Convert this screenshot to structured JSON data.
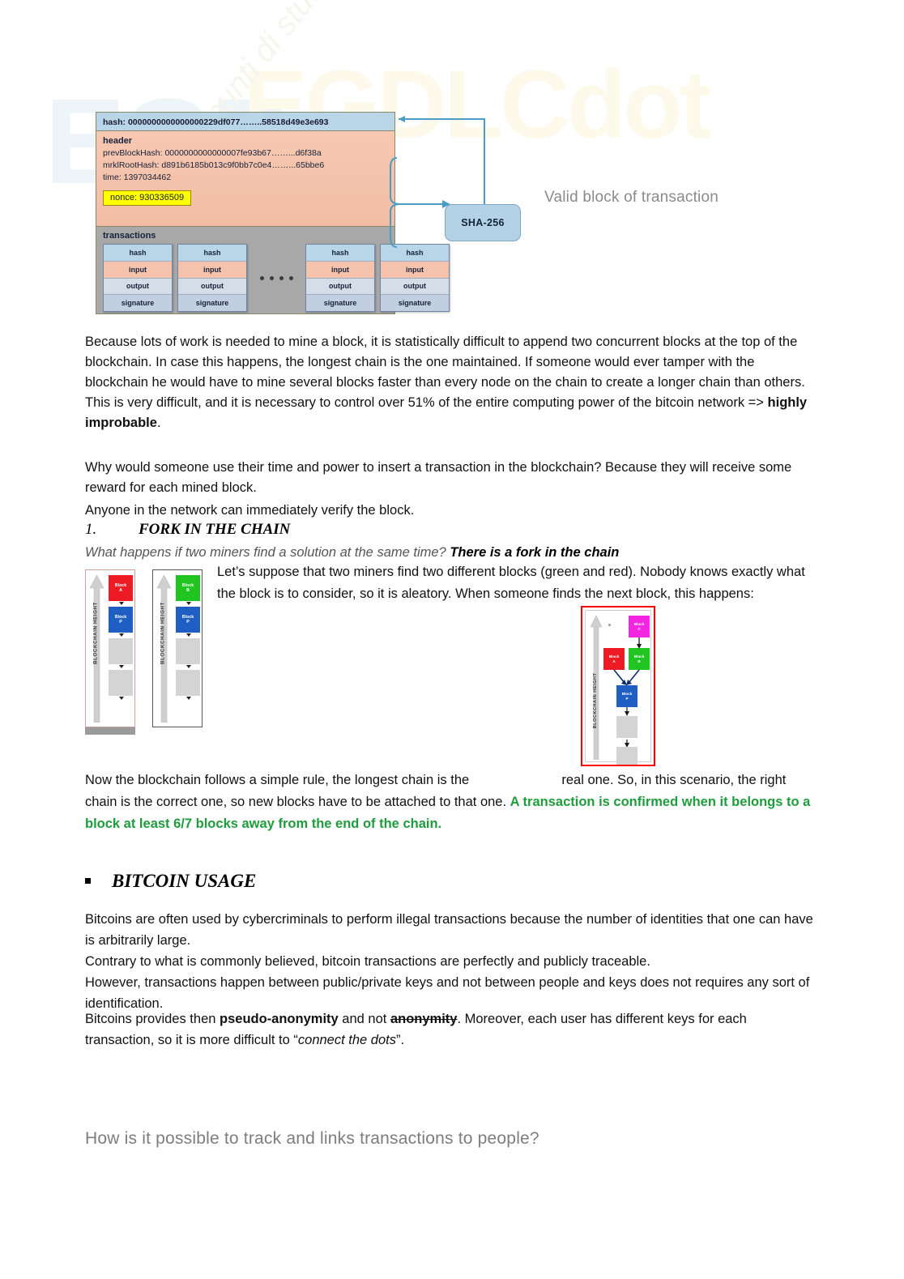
{
  "watermark": {
    "big": "EGD",
    "yellow": "EGDLCdot",
    "rot": "appunti di studenti"
  },
  "block_diagram": {
    "hash_label": "hash:",
    "hash_value": "0000000000000000229df077……..58518d49e3e693",
    "header_label": "header",
    "prev_block_hash": "prevBlockHash: 0000000000000007fe93b67……...d6f38a",
    "mrkl_root_hash": "mrklRootHash: d891b6185b013c9f0bb7c0e4……...65bbe6",
    "time": "time: 1397034462",
    "nonce": "nonce: 930336509",
    "transactions_label": "transactions",
    "tx_fields": [
      "hash",
      "input",
      "output",
      "signature"
    ],
    "sha_label": "SHA-256",
    "caption": "Valid block of transaction"
  },
  "body": {
    "p1_a": "Because lots of work is needed to mine a block, it is statistically difficult to append two concurrent blocks at the top of the blockchain. In case this happens, the longest chain is the one maintained. If someone would ever tamper with the blockchain he would have to mine several blocks faster than every node on the chain to create a longer chain than others. This is very difficult, and it is necessary to control over 51% of the entire computing power of the bitcoin network => ",
    "p1_bold": "highly improbable",
    "p1_end": ".",
    "p2": "Why would someone use their time and power to insert a transaction in the blockchain? Because they will receive some reward for each mined block.",
    "p3": "Anyone in the network can immediately verify the block.",
    "numbered_number": "1.",
    "numbered_title": "FORK IN THE CHAIN",
    "subq_italic": "What happens if two miners find a solution at the same time? ",
    "subq_bold": "There is a fork in the chain",
    "p4": "Let’s suppose that two miners find two different blocks (green and red). Nobody knows exactly what the block is to consider, so it is aleatory. When someone finds the next block, this happens:",
    "p5_a": "Now the blockchain follows a simple rule, the longest chain is the",
    "p5_b": "real one. So, in this scenario, the right chain is the correct one, so new blocks have to be attached to that one.",
    "p5_green": "A transaction is confirmed when it belongs to a block at least 6/7 blocks away from the end of the chain.",
    "bullet_title": "BITCOIN USAGE",
    "p6": "Bitcoins are often used by cybercriminals to perform illegal transactions because the number of identities that one can have is arbitrarily large.\nContrary to what is commonly believed, bitcoin transactions are perfectly and publicly traceable.\nHowever, transactions happen between public/private keys and not between people and keys does not requires any sort of identification.",
    "p7_a": "Bitcoins provides then ",
    "p7_bold": "pseudo-anonymity",
    "p7_b": " and not ",
    "p7_strike": "anonymity",
    "p7_c": ". Moreover, each user has different keys for each transaction, so it is more difficult to “",
    "p7_italic": "connect the dots",
    "p7_d": "”.",
    "bottom_question": "How is it possible to track and links transactions to people?"
  },
  "chain_figures": {
    "axis_label": "BLOCKCHAIN HEIGHT",
    "chain_a": {
      "blocks": [
        {
          "label": "Block",
          "sub": "A",
          "color": "#ed1c24"
        },
        {
          "label": "Block",
          "sub": "P",
          "color": "#1f5fc4"
        }
      ]
    },
    "chain_b": {
      "blocks": [
        {
          "label": "Block",
          "sub": "B",
          "color": "#21c521"
        },
        {
          "label": "Block",
          "sub": "P",
          "color": "#1f5fc4"
        }
      ]
    },
    "fork": {
      "blocks": [
        {
          "label": "Block",
          "sub": "C",
          "color": "#f226e0"
        },
        {
          "label": "Block",
          "sub": "A",
          "color": "#ed1c24"
        },
        {
          "label": "Block",
          "sub": "B",
          "color": "#21c521"
        },
        {
          "label": "Block",
          "sub": "P",
          "color": "#1f5fc4"
        }
      ],
      "border_color": "#ff0000"
    }
  },
  "colors": {
    "hash_band": "#b9d6e9",
    "header_band": "#f5c3ab",
    "nonce_highlight": "#ffff00",
    "tx_band": "#a8a8a8",
    "sha_box": "#b4d2e5",
    "green_note": "#1f9d3d",
    "caption_grey": "#8a8a8a"
  }
}
